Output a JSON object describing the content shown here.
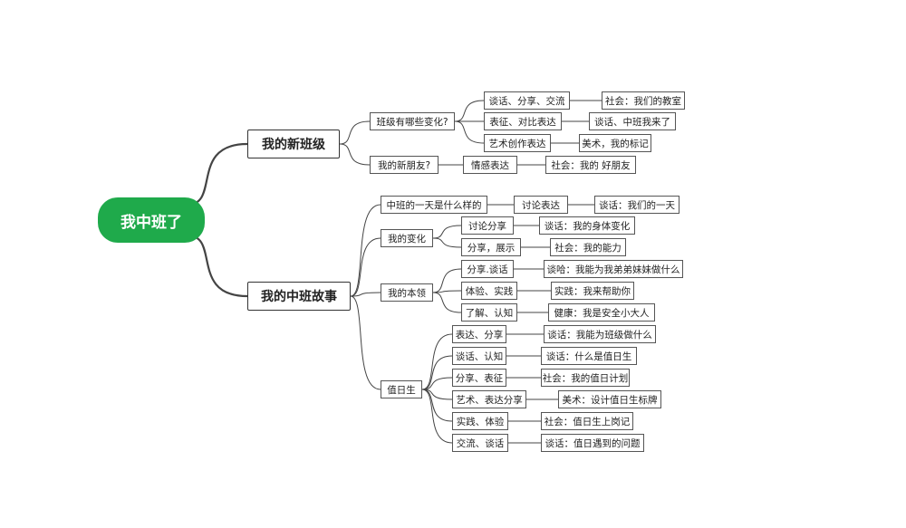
{
  "mindmap": {
    "root": "我中班了",
    "branches": [
      {
        "label": "我的新班级",
        "children": [
          {
            "label": "班级有哪些变化?",
            "children": [
              {
                "label": "谈话、分享、交流",
                "child": "社会：我们的教室"
              },
              {
                "label": "表征、对比表达",
                "child": "谈话、中班我来了"
              },
              {
                "label": "艺术创作表达",
                "child": "美术，我的标记"
              }
            ]
          },
          {
            "label": "我的新朋友?",
            "children": [
              {
                "label": "情感表达",
                "child": "社会：我的 好朋友"
              }
            ]
          }
        ]
      },
      {
        "label": "我的中班故事",
        "children": [
          {
            "label": "中班的一天是什么样的",
            "children": [
              {
                "label": "讨论表达",
                "child": "谈话：我们的一天"
              }
            ]
          },
          {
            "label": "我的变化",
            "children": [
              {
                "label": "讨论分享",
                "child": "谈话：我的身体变化"
              },
              {
                "label": "分享，展示",
                "child": "社会：我的能力"
              }
            ]
          },
          {
            "label": "我的本领",
            "children": [
              {
                "label": "分享.谈话",
                "child": "谈哈：我能为我弟弟妹妹做什么"
              },
              {
                "label": "体验、实践",
                "child": "实践：我来帮助你"
              },
              {
                "label": "了解、认知",
                "child": "健康：我是安全小大人"
              }
            ]
          },
          {
            "label": "值日生",
            "children": [
              {
                "label": "表达、分享",
                "child": "谈话：我能为班级做什么"
              },
              {
                "label": "谈话、认知",
                "child": "谈话：什么是值日生"
              },
              {
                "label": "分享、表征",
                "child": "社会：我的值日计划"
              },
              {
                "label": "艺术、表达分享",
                "child": "美术：设计值日生标牌"
              },
              {
                "label": "实践、体验",
                "child": "社会：值日生上岗记"
              },
              {
                "label": "交流、谈话",
                "child": "谈话：值日遇到的问题"
              }
            ]
          }
        ]
      }
    ],
    "colors": {
      "root": "#1faa4b",
      "line": "#444444",
      "border": "#555555"
    }
  }
}
